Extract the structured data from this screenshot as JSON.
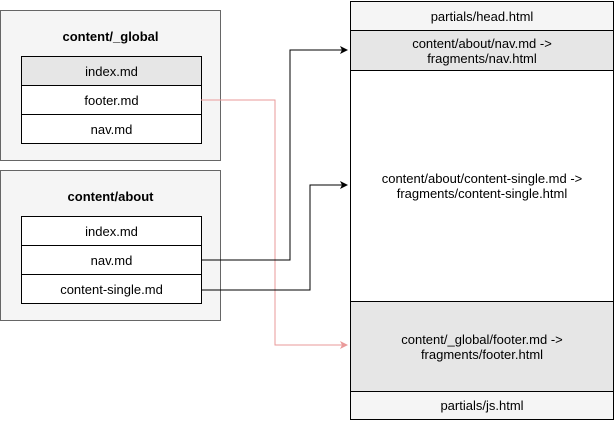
{
  "groups": {
    "global": {
      "title": "content/_global",
      "files": [
        "index.md",
        "footer.md",
        "nav.md"
      ]
    },
    "about": {
      "title": "content/about",
      "files": [
        "index.md",
        "nav.md",
        "content-single.md"
      ]
    }
  },
  "template": {
    "head": "partials/head.html",
    "nav": "content/about/nav.md ->\nfragments/nav.html",
    "content": "content/about/content-single.md ->\nfragments/content-single.html",
    "footer": "content/_global/footer.md ->\nfragments/footer.html",
    "js": "partials/js.html"
  },
  "colors": {
    "connector_dark": "#000000",
    "connector_footer": "#ea9a9a",
    "group_fill": "#f5f5f5",
    "shaded_fill": "#e6e6e6"
  }
}
